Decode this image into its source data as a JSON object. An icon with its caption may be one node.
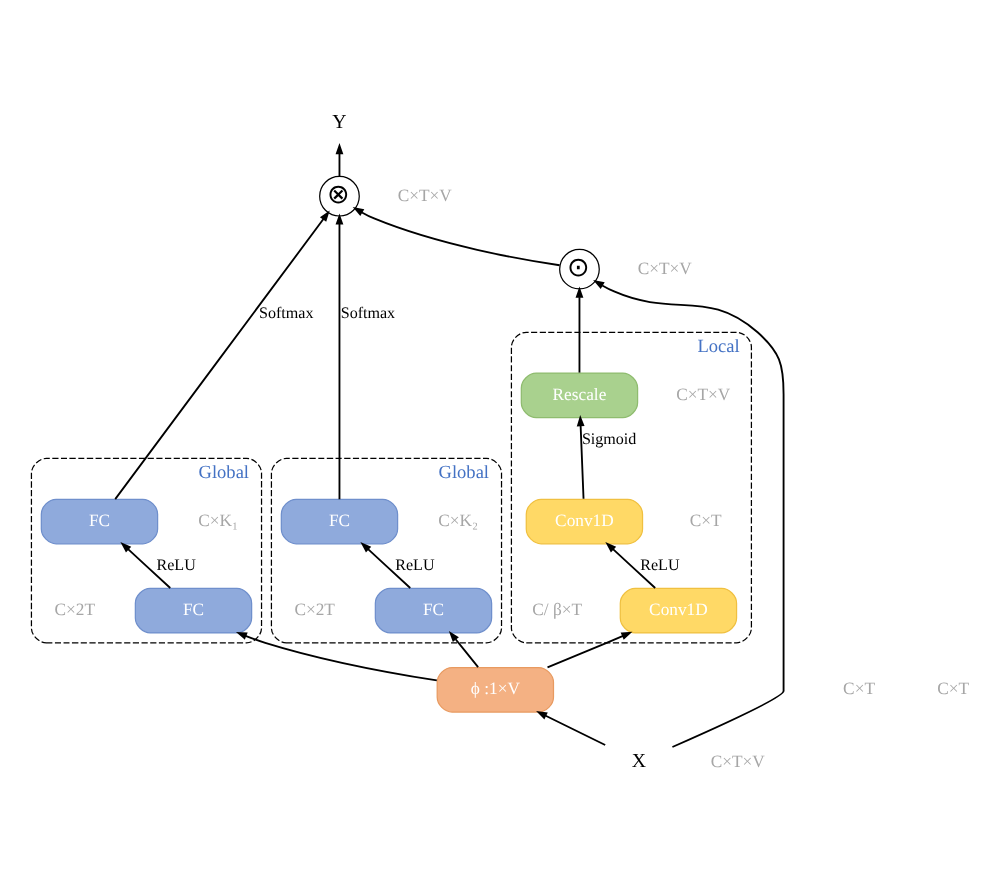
{
  "diagram": {
    "nodes": [
      {
        "text": [
          "Y"
        ]
      },
      {
        "text": [
          "⊗"
        ]
      },
      {
        "text": [
          "⊙"
        ]
      },
      {
        "text": [
          "Local"
        ]
      },
      {
        "text": [
          "Rescale"
        ],
        "in": 3
      },
      {
        "text": [
          "Conv1D"
        ],
        "in": 3
      },
      {
        "text": [
          "Conv1D"
        ],
        "in": 3
      },
      {
        "text": [
          "Global"
        ]
      },
      {
        "text": [
          "FC"
        ],
        "in": 7
      },
      {
        "text": [
          "FC"
        ],
        "in": 7
      },
      {
        "text": [
          "Global"
        ]
      },
      {
        "text": [
          "FC"
        ],
        "in": 10
      },
      {
        "text": [
          "FC"
        ],
        "in": 10
      },
      {
        "text": [
          "ϕ :1×V"
        ]
      },
      {
        "text": [
          "X"
        ]
      }
    ],
    "edges": [
      {
        "from": 14,
        "to": 13,
        "arrow": "to"
      },
      {
        "from": 14,
        "to": 2,
        "arrow": "to"
      },
      {
        "from": 13,
        "to": 6,
        "arrow": "to"
      },
      {
        "from": 13,
        "to": 9,
        "arrow": "to"
      },
      {
        "from": 13,
        "to": 12,
        "arrow": "to"
      },
      {
        "from": 6,
        "to": 5,
        "arrow": "to",
        "label": "ReLU"
      },
      {
        "from": 5,
        "to": 4,
        "arrow": "to",
        "label": "Sigmoid"
      },
      {
        "from": 4,
        "to": 2,
        "arrow": "to"
      },
      {
        "from": 9,
        "to": 8,
        "arrow": "to",
        "label": "ReLU"
      },
      {
        "from": 8,
        "to": 1,
        "arrow": "to",
        "label": "Softmax"
      },
      {
        "from": 12,
        "to": 11,
        "arrow": "to",
        "label": "ReLU"
      },
      {
        "from": 11,
        "to": 1,
        "arrow": "to",
        "label": "Softmax"
      },
      {
        "from": 2,
        "to": 1,
        "arrow": "to"
      },
      {
        "from": 1,
        "to": 0,
        "arrow": "to"
      }
    ],
    "labels": [
      "C×T×V",
      "C×T×V",
      "C×T×V",
      "C×T",
      "C/ β×T",
      "C×K₁",
      "C×2T",
      "C×K₂",
      "C×2T",
      "C×T",
      "C×T",
      "C×T×V"
    ]
  }
}
